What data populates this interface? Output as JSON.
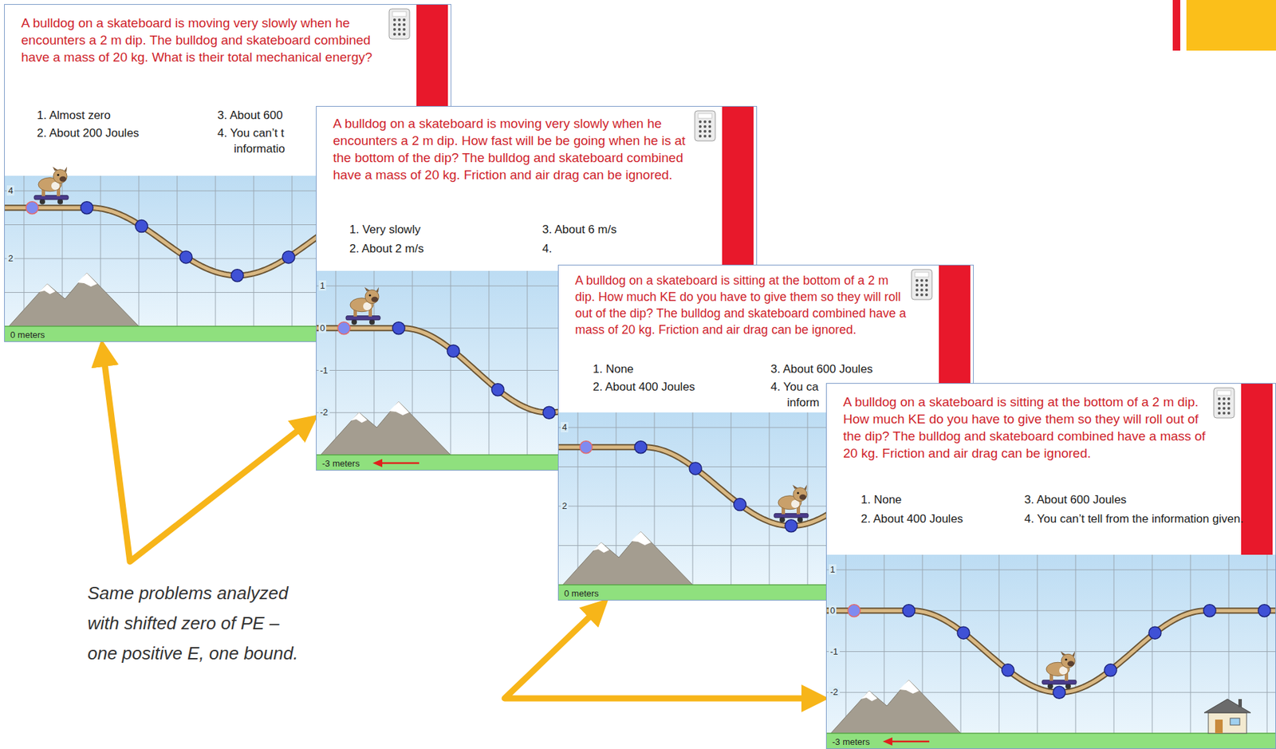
{
  "diagram": {
    "caption": "Same problems analyzed with shifted zero of PE – one positive E, one bound.",
    "nodes": [
      {
        "text": [
          "A bulldog on a skateboard is moving very slowly when he encounters a 2 m dip. The bulldog and skateboard combined have a mass of 20 kg. What is their total mechanical energy?",
          "1. Almost zero",
          "2. About 200 Joules",
          "3. About 600",
          "4. You can’t t informatio"
        ]
      },
      {
        "text": [
          "A bulldog on a skateboard is moving very slowly when he encounters a 2 m dip. How fast will be be going when he is at the bottom of the dip? The bulldog and skateboard combined have a mass of 20 kg. Friction and air drag can be ignored.",
          "1. Very slowly",
          "2. About 2 m/s",
          "3. About 6 m/s",
          "4."
        ]
      },
      {
        "text": [
          "A bulldog on a skateboard is sitting at the bottom of a 2 m dip. How much KE do you have to give them so they will roll out of the dip? The bulldog and skateboard combined have a mass of 20 kg. Friction and air drag can be ignored.",
          "1. None",
          "2. About 400 Joules",
          "3. About 600 Joules",
          "4. You ca inform"
        ]
      },
      {
        "text": [
          "A bulldog on a skateboard is sitting at the bottom of a 2 m dip. How much KE do you have to give them so they will roll out of the dip? The bulldog and skateboard combined have a mass of 20 kg. Friction and air drag can be ignored.",
          "1. None",
          "2. About 400 Joules",
          "3. About 600 Joules",
          "4. You can’t tell from the information given."
        ]
      }
    ],
    "edges": [
      {
        "from": 0,
        "to": 1,
        "arrow": "both"
      },
      {
        "from": 2,
        "to": 3,
        "arrow": "both"
      }
    ],
    "labels": [
      "4",
      "2",
      "0 meters",
      "1",
      "0",
      "-1",
      "-2",
      "-3 meters",
      "4",
      "2",
      "0 meters",
      "1",
      "0",
      "-1",
      "-2",
      "-3 meters"
    ]
  }
}
